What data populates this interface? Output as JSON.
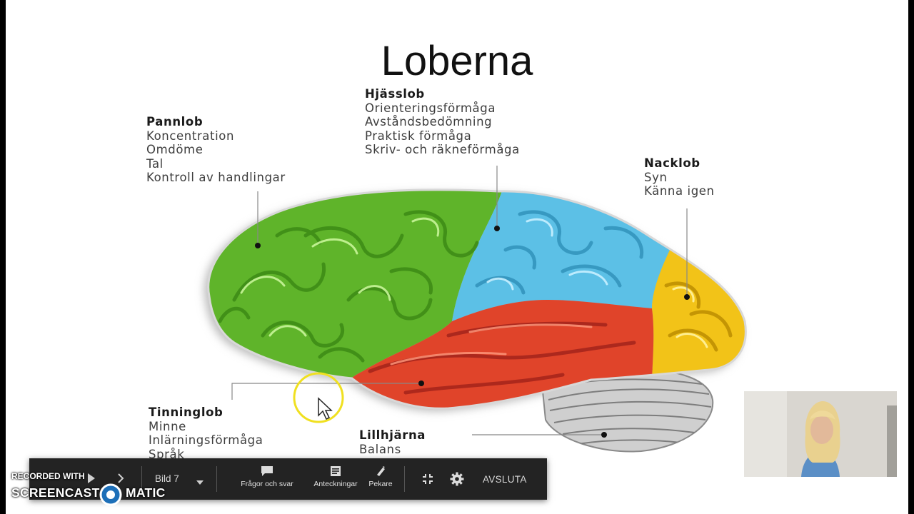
{
  "slide": {
    "title": "Loberna",
    "pannlob": {
      "heading": "Pannlob",
      "items": [
        "Koncentration",
        "Omdöme",
        "Tal",
        "Kontroll av handlingar"
      ]
    },
    "hjasslob": {
      "heading": "Hjässlob",
      "items": [
        "Orienteringsförmåga",
        "Avståndsbedömning",
        "Praktisk förmåga",
        "Skriv- och räkneförmåga"
      ]
    },
    "nacklob": {
      "heading": "Nacklob",
      "items": [
        "Syn",
        "Känna igen"
      ]
    },
    "tinninglob": {
      "heading": "Tinninglob",
      "items": [
        "Minne",
        "Inlärningsförmåga",
        "Språk"
      ]
    },
    "lillhjarna": {
      "heading": "Lillhjärna",
      "items": [
        "Balans"
      ]
    }
  },
  "colors": {
    "frontal": "#5fb42a",
    "parietal": "#5cc0e6",
    "occipital": "#f2c318",
    "temporal": "#e0442a",
    "cerebellum": "#c9c9c9",
    "toolbar": "#232323",
    "cursor_highlight": "#f0e020"
  },
  "toolbar": {
    "slide_label": "Bild 7",
    "qa_label": "Frågor och svar",
    "notes_label": "Anteckningar",
    "pointer_label": "Pekare",
    "end_label": "AVSLUTA"
  },
  "watermark": {
    "recorded_with": "RECORDED WITH",
    "brand_left": "SCREENCAST",
    "brand_right": "MATIC"
  }
}
